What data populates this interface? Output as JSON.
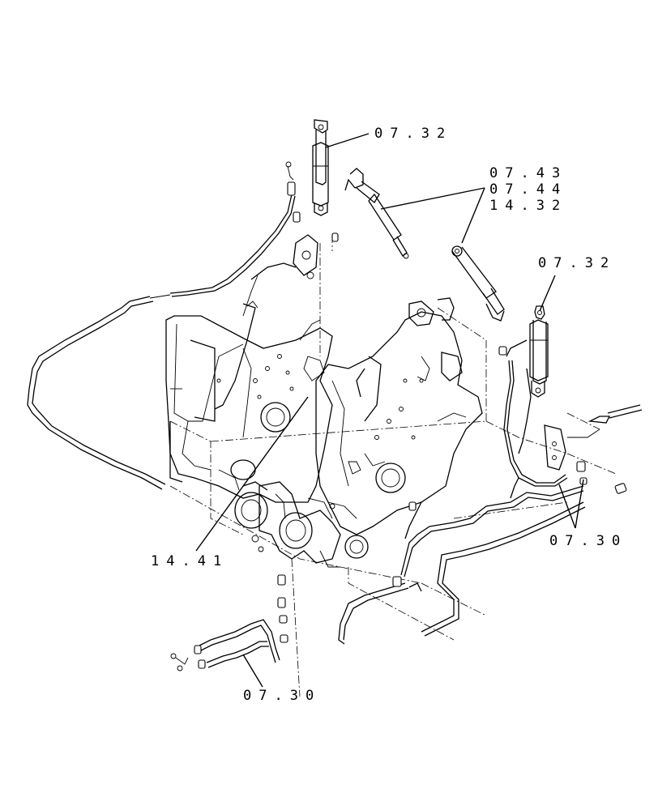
{
  "callouts": {
    "cylinder_top": "07.32",
    "group_a_1": "07.43",
    "group_a_2": "07.44",
    "group_a_3": "14.32",
    "cylinder_right": "07.32",
    "fittings_right": "07.30",
    "frame": "14.41",
    "tubes_bottom": "07.30"
  }
}
